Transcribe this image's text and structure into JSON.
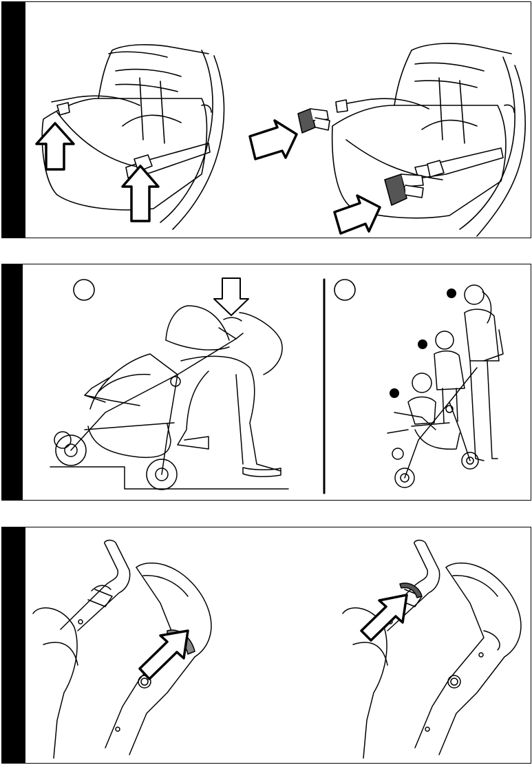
{
  "document": {
    "page_type": "instruction-illustrations",
    "panels": [
      {
        "id": "panel-1",
        "tab_color": "#000000",
        "figures": [
          {
            "name": "seat-armrest-release",
            "arrows": 2,
            "arrow_direction": "up"
          },
          {
            "name": "seat-armrest-insert",
            "arrows": 2,
            "arrow_direction": "diagonal"
          }
        ]
      },
      {
        "id": "panel-2",
        "tab_color": "#000000",
        "figures": [
          {
            "name": "curb-tilt",
            "marker": "empty-circle",
            "arrows": 1,
            "arrow_direction": "down"
          },
          {
            "name": "height-comparison",
            "marker": "empty-circle",
            "dots": 3
          }
        ]
      },
      {
        "id": "panel-3",
        "tab_color": "#000000",
        "figures": [
          {
            "name": "handle-band-lower",
            "arrows": 1,
            "arrow_direction": "diagonal",
            "band_color": "#888888"
          },
          {
            "name": "handle-band-upper",
            "arrows": 1,
            "arrow_direction": "diagonal",
            "band_color": "#888888"
          }
        ]
      }
    ]
  }
}
